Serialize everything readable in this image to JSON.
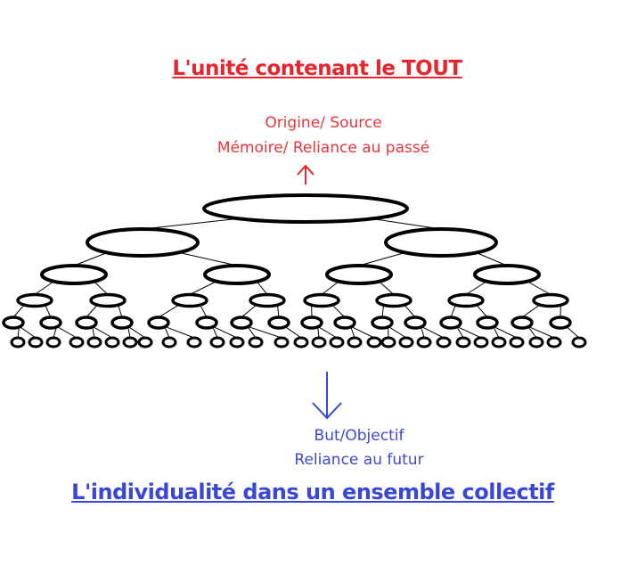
{
  "title_top": "L'unité contenant le TOUT",
  "upward_labels": {
    "line1": "Origine/ Source",
    "line2": "Mémoire/ Reliance au passé"
  },
  "downward_labels": {
    "line1": "But/Objectif",
    "line2": "Reliance au futur"
  },
  "title_bottom": "L'individualité dans un ensemble collectif",
  "colors": {
    "red": "#e6252d",
    "blue": "#3a47d5",
    "tree": "#000000"
  }
}
